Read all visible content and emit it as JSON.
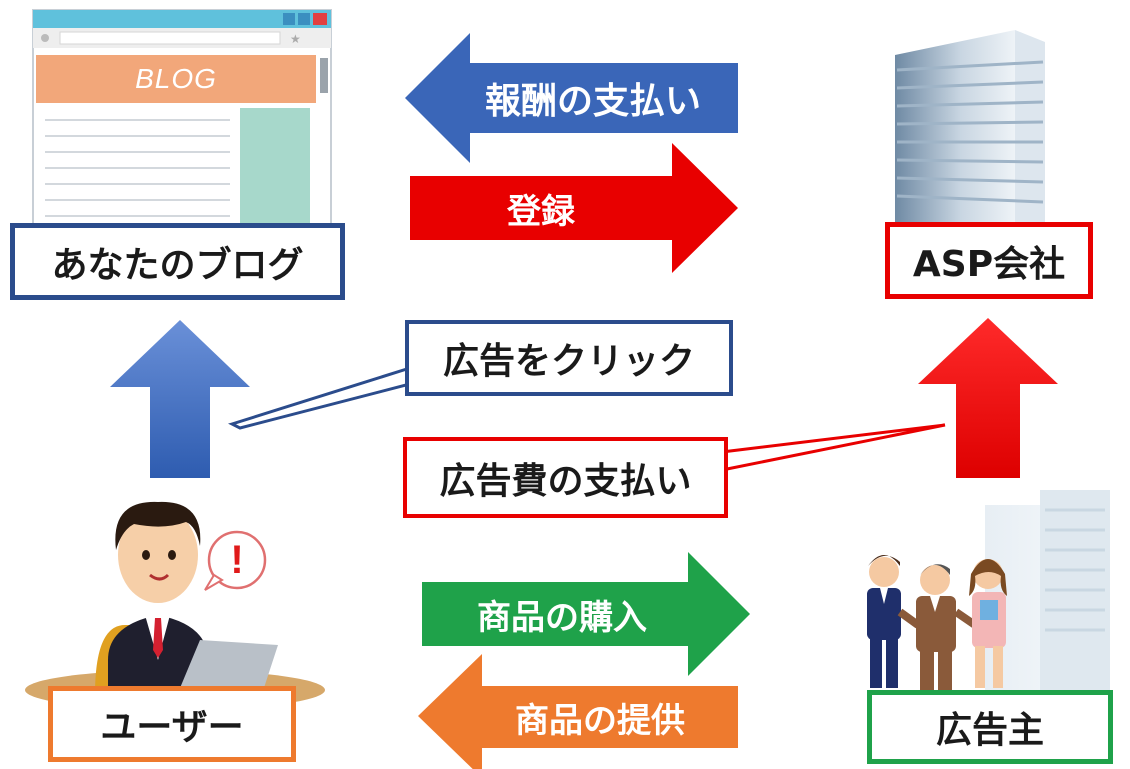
{
  "browser": {
    "logo_text": "BLOG"
  },
  "nodes": {
    "blog": "あなたのブログ",
    "asp": "ASP会社",
    "user": "ユーザー",
    "advertiser": "広告主"
  },
  "callouts": {
    "click": "広告をクリック",
    "ad_fee": "広告費の支払い"
  },
  "arrows": {
    "reward": "報酬の支払い",
    "register": "登録",
    "purchase": "商品の購入",
    "provide": "商品の提供"
  },
  "alert_mark": "!",
  "colors": {
    "blue": "#3a66b8",
    "red": "#e80000",
    "green": "#1fa24a",
    "orange": "#ee7a2e",
    "navy_border": "#2b4c8c",
    "blog_header": "#f2a77a",
    "blog_sidebar": "#a7d8cb"
  }
}
